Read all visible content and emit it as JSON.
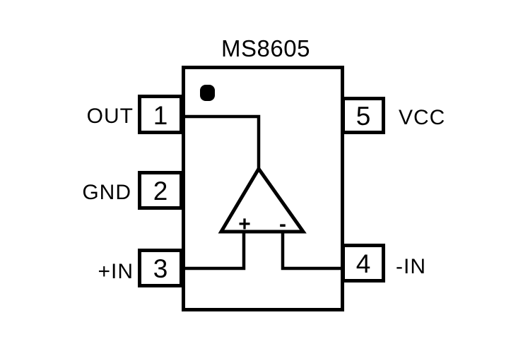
{
  "chip": {
    "title": "MS8605",
    "symbol": "op-amp",
    "pin_count": 5
  },
  "pins": [
    {
      "number": "1",
      "label": "OUT",
      "side": "left"
    },
    {
      "number": "2",
      "label": "GND",
      "side": "left"
    },
    {
      "number": "3",
      "label": "+IN",
      "side": "left"
    },
    {
      "number": "4",
      "label": "-IN",
      "side": "right"
    },
    {
      "number": "5",
      "label": "VCC",
      "side": "right"
    }
  ],
  "opamp": {
    "noninverting_symbol": "+",
    "inverting_symbol": "-"
  },
  "colors": {
    "line": "#000000",
    "text": "#000000",
    "background": "#ffffff"
  }
}
